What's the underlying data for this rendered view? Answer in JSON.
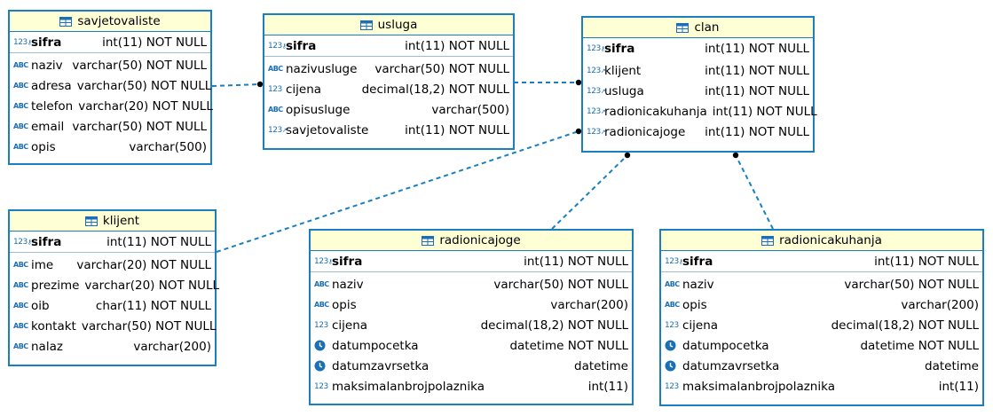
{
  "entities": [
    {
      "id": "savjetovaliste",
      "title": "savjetovaliste",
      "pk": {
        "name": "sifra",
        "type": "int(11) NOT NULL",
        "icon": "123-key"
      },
      "columns": [
        {
          "name": "naziv",
          "type": "varchar(50) NOT NULL",
          "icon": "abc"
        },
        {
          "name": "adresa",
          "type": "varchar(50) NOT NULL",
          "icon": "abc"
        },
        {
          "name": "telefon",
          "type": "varchar(20) NOT NULL",
          "icon": "abc"
        },
        {
          "name": "email",
          "type": "varchar(50) NOT NULL",
          "icon": "abc"
        },
        {
          "name": "opis",
          "type": "varchar(500)",
          "icon": "abc"
        }
      ]
    },
    {
      "id": "usluga",
      "title": "usluga",
      "pk": {
        "name": "sifra",
        "type": "int(11) NOT NULL",
        "icon": "123-key"
      },
      "columns": [
        {
          "name": "nazivusluge",
          "type": "varchar(50) NOT NULL",
          "icon": "abc"
        },
        {
          "name": "cijena",
          "type": "decimal(18,2) NOT NULL",
          "icon": "123"
        },
        {
          "name": "opisusluge",
          "type": "varchar(500)",
          "icon": "abc"
        },
        {
          "name": "savjetovaliste",
          "type": "int(11) NOT NULL",
          "icon": "123-fk"
        }
      ]
    },
    {
      "id": "clan",
      "title": "clan",
      "pk": {
        "name": "sifra",
        "type": "int(11) NOT NULL",
        "icon": "123-key"
      },
      "columns": [
        {
          "name": "klijent",
          "type": "int(11) NOT NULL",
          "icon": "123-fk"
        },
        {
          "name": "usluga",
          "type": "int(11) NOT NULL",
          "icon": "123-fk"
        },
        {
          "name": "radionicakuhanja",
          "type": "int(11) NOT NULL",
          "icon": "123-fk"
        },
        {
          "name": "radionicajoge",
          "type": "int(11) NOT NULL",
          "icon": "123-fk"
        }
      ],
      "pk_no_separator": true
    },
    {
      "id": "klijent",
      "title": "klijent",
      "pk": {
        "name": "sifra",
        "type": "int(11) NOT NULL",
        "icon": "123-key"
      },
      "columns": [
        {
          "name": "ime",
          "type": "varchar(20) NOT NULL",
          "icon": "abc"
        },
        {
          "name": "prezime",
          "type": "varchar(20) NOT NULL",
          "icon": "abc"
        },
        {
          "name": "oib",
          "type": "char(11) NOT NULL",
          "icon": "abc"
        },
        {
          "name": "kontakt",
          "type": "varchar(50) NOT NULL",
          "icon": "abc"
        },
        {
          "name": "nalaz",
          "type": "varchar(200)",
          "icon": "abc"
        }
      ]
    },
    {
      "id": "radionicajoge",
      "title": "radionicajoge",
      "pk": {
        "name": "sifra",
        "type": "int(11) NOT NULL",
        "icon": "123-key"
      },
      "columns": [
        {
          "name": "naziv",
          "type": "varchar(50) NOT NULL",
          "icon": "abc"
        },
        {
          "name": "opis",
          "type": "varchar(200)",
          "icon": "abc"
        },
        {
          "name": "cijena",
          "type": "decimal(18,2) NOT NULL",
          "icon": "123"
        },
        {
          "name": "datumpocetka",
          "type": "datetime NOT NULL",
          "icon": "clock"
        },
        {
          "name": "datumzavrsetka",
          "type": "datetime",
          "icon": "clock"
        },
        {
          "name": "maksimalanbrojpolaznika",
          "type": "int(11)",
          "icon": "123"
        }
      ]
    },
    {
      "id": "radionicakuhanja",
      "title": "radionicakuhanja",
      "pk": {
        "name": "sifra",
        "type": "int(11) NOT NULL",
        "icon": "123-key"
      },
      "columns": [
        {
          "name": "naziv",
          "type": "varchar(50) NOT NULL",
          "icon": "abc"
        },
        {
          "name": "opis",
          "type": "varchar(200)",
          "icon": "abc"
        },
        {
          "name": "cijena",
          "type": "decimal(18,2) NOT NULL",
          "icon": "123"
        },
        {
          "name": "datumpocetka",
          "type": "datetime NOT NULL",
          "icon": "clock"
        },
        {
          "name": "datumzavrsetka",
          "type": "datetime",
          "icon": "clock"
        },
        {
          "name": "maksimalanbrojpolaznika",
          "type": "int(11)",
          "icon": "123"
        }
      ]
    }
  ],
  "relations": [
    {
      "from": "savjetovaliste",
      "to": "usluga"
    },
    {
      "from": "usluga",
      "to": "clan"
    },
    {
      "from": "klijent",
      "to": "clan"
    },
    {
      "from": "radionicajoge",
      "to": "clan"
    },
    {
      "from": "radionicakuhanja",
      "to": "clan"
    }
  ],
  "colors": {
    "border": "#1a7fbf",
    "header_bg": "#ffffd6",
    "link": "#1a7fbf",
    "icon": "#1a6fb5"
  }
}
